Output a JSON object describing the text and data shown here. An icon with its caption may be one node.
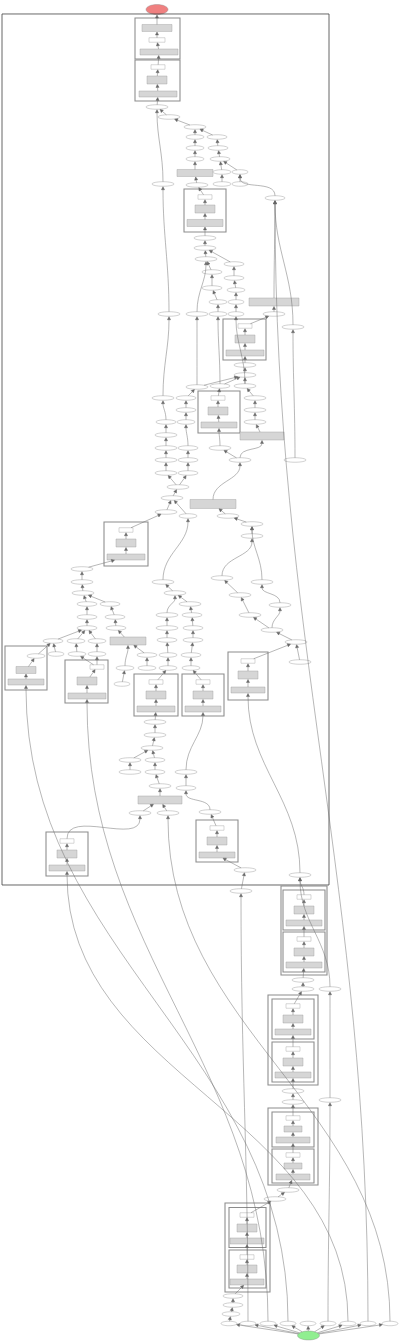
{
  "diagram": {
    "nodes": [
      {
        "text": [],
        "shape": "ellipse"
      },
      {
        "text": [],
        "shape": "box"
      },
      {
        "text": [],
        "shape": "box",
        "in": 1
      },
      {
        "text": [],
        "shape": "box",
        "in": 2
      },
      {
        "text": [],
        "shape": "box",
        "in": 2
      },
      {
        "text": [],
        "shape": "box",
        "in": 2
      },
      {
        "text": [],
        "shape": "box",
        "in": 1
      },
      {
        "text": [],
        "shape": "box",
        "in": 6
      },
      {
        "text": [],
        "shape": "box",
        "in": 6
      },
      {
        "text": [],
        "shape": "box",
        "in": 6
      },
      {
        "text": [],
        "shape": "ellipse",
        "in": 1
      },
      {
        "text": [],
        "shape": "ellipse",
        "in": 1
      },
      {
        "text": [],
        "shape": "ellipse",
        "in": 1
      },
      {
        "text": [],
        "shape": "ellipse",
        "in": 1
      },
      {
        "text": [],
        "shape": "ellipse",
        "in": 1
      },
      {
        "text": [],
        "shape": "ellipse",
        "in": 1
      },
      {
        "text": [],
        "shape": "ellipse",
        "in": 1
      },
      {
        "text": [],
        "shape": "ellipse",
        "in": 1
      },
      {
        "text": [],
        "shape": "ellipse",
        "in": 1
      },
      {
        "text": [],
        "shape": "box",
        "in": 1
      },
      {
        "text": [],
        "shape": "ellipse",
        "in": 1
      },
      {
        "text": [],
        "shape": "ellipse",
        "in": 1
      },
      {
        "text": [],
        "shape": "ellipse",
        "in": 1
      },
      {
        "text": [],
        "shape": "ellipse",
        "in": 1
      },
      {
        "text": [],
        "shape": "ellipse",
        "in": 1
      },
      {
        "text": [],
        "shape": "ellipse",
        "in": 1
      },
      {
        "text": [],
        "shape": "ellipse",
        "in": 1
      },
      {
        "text": [],
        "shape": "box",
        "in": 1
      },
      {
        "text": [],
        "shape": "box",
        "in": 27
      },
      {
        "text": [],
        "shape": "box",
        "in": 27
      },
      {
        "text": [],
        "shape": "box",
        "in": 27
      },
      {
        "text": [],
        "shape": "ellipse",
        "in": 1
      },
      {
        "text": [],
        "shape": "ellipse",
        "in": 1
      },
      {
        "text": [],
        "shape": "ellipse",
        "in": 1
      },
      {
        "text": [],
        "shape": "ellipse",
        "in": 1
      },
      {
        "text": [],
        "shape": "ellipse",
        "in": 1
      },
      {
        "text": [],
        "shape": "ellipse",
        "in": 1
      },
      {
        "text": [],
        "shape": "ellipse",
        "in": 1
      },
      {
        "text": [],
        "shape": "ellipse",
        "in": 1
      },
      {
        "text": [],
        "shape": "ellipse",
        "in": 1
      },
      {
        "text": [],
        "shape": "ellipse",
        "in": 1
      },
      {
        "text": [],
        "shape": "box",
        "in": 1
      },
      {
        "text": [],
        "shape": "ellipse",
        "in": 1
      },
      {
        "text": [],
        "shape": "ellipse",
        "in": 1
      },
      {
        "text": [],
        "shape": "ellipse",
        "in": 1
      },
      {
        "text": [],
        "shape": "ellipse",
        "in": 1
      },
      {
        "text": [],
        "shape": "ellipse",
        "in": 1
      },
      {
        "text": [],
        "shape": "ellipse",
        "in": 1
      },
      {
        "text": [],
        "shape": "box",
        "in": 1
      },
      {
        "text": [],
        "shape": "box",
        "in": 48
      },
      {
        "text": [],
        "shape": "box",
        "in": 48
      },
      {
        "text": [],
        "shape": "box",
        "in": 48
      },
      {
        "text": [],
        "shape": "ellipse",
        "in": 1
      },
      {
        "text": [],
        "shape": "ellipse",
        "in": 1
      },
      {
        "text": [],
        "shape": "ellipse",
        "in": 1
      },
      {
        "text": [],
        "shape": "ellipse",
        "in": 1
      },
      {
        "text": [],
        "shape": "ellipse",
        "in": 1
      },
      {
        "text": [],
        "shape": "box",
        "in": 1
      },
      {
        "text": [],
        "shape": "box",
        "in": 57
      },
      {
        "text": [],
        "shape": "box",
        "in": 57
      },
      {
        "text": [],
        "shape": "box",
        "in": 57
      },
      {
        "text": [],
        "shape": "ellipse",
        "in": 1
      },
      {
        "text": [],
        "shape": "ellipse",
        "in": 1
      },
      {
        "text": [],
        "shape": "ellipse",
        "in": 1
      },
      {
        "text": [],
        "shape": "ellipse",
        "in": 1
      },
      {
        "text": [],
        "shape": "ellipse",
        "in": 1
      },
      {
        "text": [],
        "shape": "ellipse",
        "in": 1
      },
      {
        "text": [],
        "shape": "ellipse",
        "in": 1
      },
      {
        "text": [],
        "shape": "ellipse",
        "in": 1
      },
      {
        "text": [],
        "shape": "ellipse",
        "in": 1
      },
      {
        "text": [],
        "shape": "box",
        "in": 1
      },
      {
        "text": [],
        "shape": "ellipse",
        "in": 1
      },
      {
        "text": [],
        "shape": "ellipse",
        "in": 1
      },
      {
        "text": [],
        "shape": "ellipse",
        "in": 1
      },
      {
        "text": [],
        "shape": "ellipse",
        "in": 1
      },
      {
        "text": [],
        "shape": "ellipse",
        "in": 1
      },
      {
        "text": [],
        "shape": "ellipse",
        "in": 1
      },
      {
        "text": [],
        "shape": "ellipse",
        "in": 1
      },
      {
        "text": [],
        "shape": "ellipse",
        "in": 1
      },
      {
        "text": [],
        "shape": "ellipse",
        "in": 1
      },
      {
        "text": [],
        "shape": "ellipse",
        "in": 1
      },
      {
        "text": [],
        "shape": "ellipse",
        "in": 1
      },
      {
        "text": [],
        "shape": "box",
        "in": 1
      },
      {
        "text": [],
        "shape": "ellipse",
        "in": 1
      },
      {
        "text": [],
        "shape": "ellipse",
        "in": 1
      },
      {
        "text": [],
        "shape": "ellipse",
        "in": 1
      },
      {
        "text": [],
        "shape": "ellipse",
        "in": 1
      },
      {
        "text": [],
        "shape": "box",
        "in": 1
      },
      {
        "text": [],
        "shape": "box",
        "in": 87
      },
      {
        "text": [],
        "shape": "box",
        "in": 87
      },
      {
        "text": [],
        "shape": "box",
        "in": 87
      },
      {
        "text": [],
        "shape": "ellipse",
        "in": 1
      },
      {
        "text": [],
        "shape": "ellipse",
        "in": 1
      },
      {
        "text": [],
        "shape": "ellipse",
        "in": 1
      },
      {
        "text": [],
        "shape": "ellipse",
        "in": 1
      },
      {
        "text": [],
        "shape": "ellipse",
        "in": 1
      },
      {
        "text": [],
        "shape": "ellipse",
        "in": 1
      },
      {
        "text": [],
        "shape": "ellipse",
        "in": 1
      },
      {
        "text": [],
        "shape": "ellipse",
        "in": 1
      },
      {
        "text": [],
        "shape": "ellipse",
        "in": 1
      },
      {
        "text": [],
        "shape": "ellipse",
        "in": 1
      },
      {
        "text": [],
        "shape": "ellipse",
        "in": 1
      },
      {
        "text": [],
        "shape": "ellipse",
        "in": 1
      },
      {
        "text": [],
        "shape": "ellipse",
        "in": 1
      },
      {
        "text": [],
        "shape": "box",
        "in": 1
      },
      {
        "text": [],
        "shape": "ellipse",
        "in": 1
      },
      {
        "text": [],
        "shape": "ellipse",
        "in": 1
      },
      {
        "text": [],
        "shape": "ellipse",
        "in": 1
      },
      {
        "text": [],
        "shape": "ellipse",
        "in": 1
      },
      {
        "text": [],
        "shape": "ellipse",
        "in": 1
      },
      {
        "text": [],
        "shape": "ellipse",
        "in": 1
      },
      {
        "text": [],
        "shape": "ellipse",
        "in": 1
      },
      {
        "text": [],
        "shape": "ellipse",
        "in": 1
      },
      {
        "text": [],
        "shape": "ellipse",
        "in": 1
      },
      {
        "text": [],
        "shape": "ellipse",
        "in": 1
      },
      {
        "text": [],
        "shape": "ellipse",
        "in": 1
      },
      {
        "text": [],
        "shape": "ellipse",
        "in": 1
      },
      {
        "text": [],
        "shape": "ellipse",
        "in": 1
      },
      {
        "text": [],
        "shape": "ellipse",
        "in": 1
      },
      {
        "text": [],
        "shape": "ellipse",
        "in": 1
      },
      {
        "text": [],
        "shape": "box",
        "in": 1
      },
      {
        "text": [],
        "shape": "ellipse",
        "in": 120
      },
      {
        "text": [],
        "shape": "box",
        "in": 120
      },
      {
        "text": [],
        "shape": "box",
        "in": 120
      },
      {
        "text": [],
        "shape": "box",
        "in": 1
      },
      {
        "text": [],
        "shape": "box",
        "in": 124
      },
      {
        "text": [],
        "shape": "box",
        "in": 124
      },
      {
        "text": [],
        "shape": "box",
        "in": 124
      },
      {
        "text": [],
        "shape": "ellipse",
        "in": 1
      },
      {
        "text": [],
        "shape": "ellipse",
        "in": 1
      },
      {
        "text": [],
        "shape": "ellipse",
        "in": 1
      },
      {
        "text": [],
        "shape": "ellipse",
        "in": 1
      },
      {
        "text": [],
        "shape": "box",
        "in": 1
      },
      {
        "text": [],
        "shape": "box",
        "in": 132
      },
      {
        "text": [],
        "shape": "box",
        "in": 132
      },
      {
        "text": [],
        "shape": "box",
        "in": 132
      },
      {
        "text": [],
        "shape": "box",
        "in": 1
      },
      {
        "text": [],
        "shape": "box",
        "in": 136
      },
      {
        "text": [],
        "shape": "box",
        "in": 136
      },
      {
        "text": [],
        "shape": "box",
        "in": 136
      },
      {
        "text": [],
        "shape": "ellipse",
        "in": 1
      },
      {
        "text": [],
        "shape": "box",
        "in": 1
      },
      {
        "text": [],
        "shape": "box",
        "in": 141
      },
      {
        "text": [],
        "shape": "box",
        "in": 141
      },
      {
        "text": [],
        "shape": "box",
        "in": 141
      },
      {
        "text": [],
        "shape": "ellipse",
        "in": 1
      },
      {
        "text": [],
        "shape": "ellipse",
        "in": 1
      },
      {
        "text": [],
        "shape": "ellipse",
        "in": 1
      },
      {
        "text": [],
        "shape": "ellipse",
        "in": 1
      },
      {
        "text": [],
        "shape": "ellipse",
        "in": 1
      },
      {
        "text": [],
        "shape": "ellipse",
        "in": 1
      },
      {
        "text": [],
        "shape": "ellipse",
        "in": 1
      },
      {
        "text": [],
        "shape": "ellipse",
        "in": 1
      },
      {
        "text": [],
        "shape": "ellipse",
        "in": 1
      },
      {
        "text": [],
        "shape": "ellipse",
        "in": 1
      },
      {
        "text": [],
        "shape": "ellipse",
        "in": 1
      },
      {
        "text": [],
        "shape": "ellipse",
        "in": 1
      },
      {
        "text": [],
        "shape": "ellipse",
        "in": 1
      },
      {
        "text": [],
        "shape": "ellipse",
        "in": 1
      },
      {
        "text": [],
        "shape": "ellipse",
        "in": 1
      },
      {
        "text": [],
        "shape": "ellipse",
        "in": 1
      },
      {
        "text": [],
        "shape": "ellipse",
        "in": 1
      },
      {
        "text": [],
        "shape": "ellipse",
        "in": 1
      },
      {
        "text": [],
        "shape": "box",
        "in": 1
      },
      {
        "text": [],
        "shape": "ellipse",
        "in": 1
      },
      {
        "text": [],
        "shape": "ellipse",
        "in": 1
      },
      {
        "text": [],
        "shape": "ellipse",
        "in": 1
      },
      {
        "text": [],
        "shape": "box",
        "in": 1
      },
      {
        "text": [],
        "shape": "box",
        "in": 167
      },
      {
        "text": [],
        "shape": "box",
        "in": 167
      },
      {
        "text": [],
        "shape": "box",
        "in": 167
      },
      {
        "text": [],
        "shape": "box",
        "in": 1
      },
      {
        "text": [],
        "shape": "box",
        "in": 171
      },
      {
        "text": [],
        "shape": "box",
        "in": 171
      },
      {
        "text": [],
        "shape": "box",
        "in": 171
      },
      {
        "text": [],
        "shape": "ellipse",
        "in": 1
      },
      {
        "text": [],
        "shape": "ellipse",
        "in": 1
      },
      {
        "text": [],
        "shape": "ellipse"
      },
      {
        "text": [],
        "shape": "box"
      },
      {
        "text": [],
        "shape": "box",
        "in": 178
      },
      {
        "text": [],
        "shape": "box",
        "in": 179
      },
      {
        "text": [],
        "shape": "box",
        "in": 179
      },
      {
        "text": [],
        "shape": "box",
        "in": 179
      },
      {
        "text": [],
        "shape": "box",
        "in": 178
      },
      {
        "text": [],
        "shape": "box",
        "in": 183
      },
      {
        "text": [],
        "shape": "box",
        "in": 183
      },
      {
        "text": [],
        "shape": "box",
        "in": 183
      },
      {
        "text": [],
        "shape": "ellipse"
      },
      {
        "text": [],
        "shape": "ellipse"
      },
      {
        "text": [],
        "shape": "ellipse"
      },
      {
        "text": [],
        "shape": "box"
      },
      {
        "text": [],
        "shape": "box",
        "in": 190
      },
      {
        "text": [],
        "shape": "box",
        "in": 191
      },
      {
        "text": [],
        "shape": "box",
        "in": 191
      },
      {
        "text": [],
        "shape": "box",
        "in": 191
      },
      {
        "text": [],
        "shape": "box",
        "in": 190
      },
      {
        "text": [],
        "shape": "box",
        "in": 195
      },
      {
        "text": [],
        "shape": "box",
        "in": 195
      },
      {
        "text": [],
        "shape": "box",
        "in": 195
      },
      {
        "text": [],
        "shape": "ellipse"
      },
      {
        "text": [],
        "shape": "ellipse"
      },
      {
        "text": [],
        "shape": "box"
      },
      {
        "text": [],
        "shape": "box",
        "in": 201
      },
      {
        "text": [],
        "shape": "box",
        "in": 202
      },
      {
        "text": [],
        "shape": "box",
        "in": 202
      },
      {
        "text": [],
        "shape": "box",
        "in": 202
      },
      {
        "text": [],
        "shape": "box",
        "in": 201
      },
      {
        "text": [],
        "shape": "box",
        "in": 206
      },
      {
        "text": [],
        "shape": "box",
        "in": 206
      },
      {
        "text": [],
        "shape": "box",
        "in": 206
      },
      {
        "text": [],
        "shape": "ellipse"
      },
      {
        "text": [],
        "shape": "ellipse"
      },
      {
        "text": [],
        "shape": "box"
      },
      {
        "text": [],
        "shape": "box",
        "in": 212
      },
      {
        "text": [],
        "shape": "box",
        "in": 213
      },
      {
        "text": [],
        "shape": "box",
        "in": 213
      },
      {
        "text": [],
        "shape": "box",
        "in": 213
      },
      {
        "text": [],
        "shape": "box",
        "in": 212
      },
      {
        "text": [],
        "shape": "box",
        "in": 217
      },
      {
        "text": [],
        "shape": "box",
        "in": 217
      },
      {
        "text": [],
        "shape": "box",
        "in": 217
      },
      {
        "text": [],
        "shape": "ellipse"
      },
      {
        "text": [],
        "shape": "ellipse"
      },
      {
        "text": [],
        "shape": "ellipse"
      },
      {
        "text": [],
        "shape": "ellipse"
      },
      {
        "text": [],
        "shape": "ellipse"
      },
      {
        "text": [],
        "shape": "ellipse"
      },
      {
        "text": [],
        "shape": "ellipse"
      },
      {
        "text": [],
        "shape": "ellipse"
      },
      {
        "text": [],
        "shape": "ellipse"
      },
      {
        "text": [],
        "shape": "ellipse"
      },
      {
        "text": [],
        "shape": "ellipse"
      },
      {
        "text": [],
        "shape": "ellipse"
      },
      {
        "text": [],
        "shape": "ellipse"
      },
      {
        "text": [],
        "shape": "ellipse"
      }
    ],
    "edges": [
      {
        "from": 3,
        "to": 0,
        "arrow": "to"
      },
      {
        "from": 4,
        "to": 3,
        "arrow": "to"
      },
      {
        "from": 5,
        "to": 4,
        "arrow": "to"
      },
      {
        "from": 7,
        "to": 5,
        "arrow": "to"
      },
      {
        "from": 8,
        "to": 7,
        "arrow": "to"
      },
      {
        "from": 9,
        "to": 8,
        "arrow": "to"
      },
      {
        "from": 10,
        "to": 9,
        "arrow": "to"
      },
      {
        "from": 11,
        "to": 10,
        "arrow": "to"
      },
      {
        "from": 12,
        "to": 11,
        "arrow": "to"
      },
      {
        "from": 13,
        "to": 12,
        "arrow": "to"
      },
      {
        "from": 14,
        "to": 12,
        "arrow": "to"
      },
      {
        "from": 15,
        "to": 13,
        "arrow": "to"
      },
      {
        "from": 17,
        "to": 15,
        "arrow": "to"
      },
      {
        "from": 19,
        "to": 17,
        "arrow": "to"
      },
      {
        "from": 16,
        "to": 14,
        "arrow": "to"
      },
      {
        "from": 18,
        "to": 16,
        "arrow": "to"
      },
      {
        "from": 20,
        "to": 18,
        "arrow": "to"
      },
      {
        "from": 21,
        "to": 18,
        "arrow": "to"
      },
      {
        "from": 24,
        "to": 20,
        "arrow": "to"
      },
      {
        "from": 25,
        "to": 21,
        "arrow": "to"
      },
      {
        "from": 23,
        "to": 19,
        "arrow": "to"
      },
      {
        "from": 22,
        "to": 10,
        "arrow": "to"
      },
      {
        "from": 28,
        "to": 23,
        "arrow": "to"
      },
      {
        "from": 29,
        "to": 28,
        "arrow": "to"
      },
      {
        "from": 30,
        "to": 29,
        "arrow": "to"
      },
      {
        "from": 31,
        "to": 30,
        "arrow": "to"
      },
      {
        "from": 32,
        "to": 31,
        "arrow": "to"
      },
      {
        "from": 33,
        "to": 32,
        "arrow": "to"
      },
      {
        "from": 35,
        "to": 33,
        "arrow": "to"
      },
      {
        "from": 34,
        "to": 32,
        "arrow": "to"
      },
      {
        "from": 36,
        "to": 34,
        "arrow": "to"
      },
      {
        "from": 37,
        "to": 35,
        "arrow": "to"
      },
      {
        "from": 38,
        "to": 36,
        "arrow": "to"
      },
      {
        "from": 39,
        "to": 37,
        "arrow": "to"
      },
      {
        "from": 40,
        "to": 38,
        "arrow": "to"
      },
      {
        "from": 44,
        "to": 39,
        "arrow": "to"
      },
      {
        "from": 45,
        "to": 40,
        "arrow": "to"
      },
      {
        "from": 42,
        "to": 22,
        "arrow": "to"
      },
      {
        "from": 43,
        "to": 33,
        "arrow": "to"
      },
      {
        "from": 46,
        "to": 41,
        "arrow": "to"
      },
      {
        "from": 26,
        "to": 21,
        "arrow": "to"
      },
      {
        "from": 41,
        "to": 26,
        "arrow": "to"
      },
      {
        "from": 47,
        "to": 26,
        "arrow": "to"
      },
      {
        "from": 49,
        "to": 46,
        "arrow": "to"
      },
      {
        "from": 50,
        "to": 49,
        "arrow": "to"
      },
      {
        "from": 51,
        "to": 50,
        "arrow": "to"
      },
      {
        "from": 52,
        "to": 51,
        "arrow": "to"
      },
      {
        "from": 53,
        "to": 52,
        "arrow": "to"
      },
      {
        "from": 54,
        "to": 53,
        "arrow": "to"
      },
      {
        "from": 55,
        "to": 53,
        "arrow": "to"
      },
      {
        "from": 56,
        "to": 53,
        "arrow": "to"
      },
      {
        "from": 58,
        "to": 55,
        "arrow": "to"
      },
      {
        "from": 59,
        "to": 58,
        "arrow": "to"
      },
      {
        "from": 60,
        "to": 59,
        "arrow": "to"
      },
      {
        "from": 62,
        "to": 54,
        "arrow": "to"
      },
      {
        "from": 64,
        "to": 62,
        "arrow": "to"
      },
      {
        "from": 67,
        "to": 64,
        "arrow": "to"
      },
      {
        "from": 63,
        "to": 56,
        "arrow": "to"
      },
      {
        "from": 65,
        "to": 63,
        "arrow": "to"
      },
      {
        "from": 68,
        "to": 65,
        "arrow": "to"
      },
      {
        "from": 61,
        "to": 42,
        "arrow": "to"
      },
      {
        "from": 66,
        "to": 61,
        "arrow": "to"
      },
      {
        "from": 69,
        "to": 66,
        "arrow": "to"
      },
      {
        "from": 71,
        "to": 69,
        "arrow": "to"
      },
      {
        "from": 74,
        "to": 71,
        "arrow": "to"
      },
      {
        "from": 78,
        "to": 74,
        "arrow": "to"
      },
      {
        "from": 72,
        "to": 67,
        "arrow": "to"
      },
      {
        "from": 75,
        "to": 72,
        "arrow": "to"
      },
      {
        "from": 79,
        "to": 75,
        "arrow": "to"
      },
      {
        "from": 80,
        "to": 78,
        "arrow": "to"
      },
      {
        "from": 80,
        "to": 79,
        "arrow": "to"
      },
      {
        "from": 73,
        "to": 60,
        "arrow": "to"
      },
      {
        "from": 76,
        "to": 73,
        "arrow": "to"
      },
      {
        "from": 70,
        "to": 68,
        "arrow": "to"
      },
      {
        "from": 76,
        "to": 70,
        "arrow": "to"
      },
      {
        "from": 77,
        "to": 47,
        "arrow": "to"
      },
      {
        "from": 81,
        "to": 80,
        "arrow": "to"
      },
      {
        "from": 83,
        "to": 81,
        "arrow": "to"
      },
      {
        "from": 84,
        "to": 81,
        "arrow": "to"
      },
      {
        "from": 82,
        "to": 76,
        "arrow": "to"
      },
      {
        "from": 85,
        "to": 82,
        "arrow": "to"
      },
      {
        "from": 86,
        "to": 85,
        "arrow": "to"
      },
      {
        "from": 91,
        "to": 86,
        "arrow": "to"
      },
      {
        "from": 88,
        "to": 83,
        "arrow": "to"
      },
      {
        "from": 89,
        "to": 88,
        "arrow": "to"
      },
      {
        "from": 90,
        "to": 89,
        "arrow": "to"
      },
      {
        "from": 92,
        "to": 90,
        "arrow": "to"
      },
      {
        "from": 93,
        "to": 92,
        "arrow": "to"
      },
      {
        "from": 94,
        "to": 93,
        "arrow": "to"
      },
      {
        "from": 95,
        "to": 94,
        "arrow": "to"
      },
      {
        "from": 96,
        "to": 94,
        "arrow": "to"
      },
      {
        "from": 97,
        "to": 95,
        "arrow": "to"
      },
      {
        "from": 98,
        "to": 96,
        "arrow": "to"
      },
      {
        "from": 99,
        "to": 97,
        "arrow": "to"
      },
      {
        "from": 100,
        "to": 98,
        "arrow": "to"
      },
      {
        "from": 101,
        "to": 99,
        "arrow": "to"
      },
      {
        "from": 102,
        "to": 99,
        "arrow": "to"
      },
      {
        "from": 103,
        "to": 99,
        "arrow": "to"
      },
      {
        "from": 104,
        "to": 100,
        "arrow": "to"
      },
      {
        "from": 114,
        "to": 101,
        "arrow": "to"
      },
      {
        "from": 115,
        "to": 102,
        "arrow": "to"
      },
      {
        "from": 116,
        "to": 103,
        "arrow": "to"
      },
      {
        "from": 105,
        "to": 84,
        "arrow": "to"
      },
      {
        "from": 106,
        "to": 105,
        "arrow": "to"
      },
      {
        "from": 107,
        "to": 106,
        "arrow": "to"
      },
      {
        "from": 108,
        "to": 106,
        "arrow": "to"
      },
      {
        "from": 109,
        "to": 107,
        "arrow": "to"
      },
      {
        "from": 110,
        "to": 108,
        "arrow": "to"
      },
      {
        "from": 111,
        "to": 109,
        "arrow": "to"
      },
      {
        "from": 112,
        "to": 110,
        "arrow": "to"
      },
      {
        "from": 113,
        "to": 111,
        "arrow": "to"
      },
      {
        "from": 118,
        "to": 112,
        "arrow": "to"
      },
      {
        "from": 119,
        "to": 113,
        "arrow": "to"
      },
      {
        "from": 117,
        "to": 104,
        "arrow": "to"
      },
      {
        "from": 121,
        "to": 101,
        "arrow": "to"
      },
      {
        "from": 122,
        "to": 121,
        "arrow": "to"
      },
      {
        "from": 123,
        "to": 122,
        "arrow": "to"
      },
      {
        "from": 125,
        "to": 115,
        "arrow": "to"
      },
      {
        "from": 125,
        "to": 116,
        "arrow": "to"
      },
      {
        "from": 126,
        "to": 125,
        "arrow": "to"
      },
      {
        "from": 127,
        "to": 126,
        "arrow": "to"
      },
      {
        "from": 129,
        "to": 117,
        "arrow": "to"
      },
      {
        "from": 140,
        "to": 128,
        "arrow": "to"
      },
      {
        "from": 130,
        "to": 118,
        "arrow": "to"
      },
      {
        "from": 131,
        "to": 119,
        "arrow": "to"
      },
      {
        "from": 133,
        "to": 130,
        "arrow": "to"
      },
      {
        "from": 134,
        "to": 133,
        "arrow": "to"
      },
      {
        "from": 135,
        "to": 134,
        "arrow": "to"
      },
      {
        "from": 137,
        "to": 131,
        "arrow": "to"
      },
      {
        "from": 138,
        "to": 137,
        "arrow": "to"
      },
      {
        "from": 139,
        "to": 138,
        "arrow": "to"
      },
      {
        "from": 145,
        "to": 91,
        "arrow": "to"
      },
      {
        "from": 147,
        "to": 145,
        "arrow": "to"
      },
      {
        "from": 148,
        "to": 146,
        "arrow": "to"
      },
      {
        "from": 149,
        "to": 147,
        "arrow": "to"
      },
      {
        "from": 150,
        "to": 148,
        "arrow": "to"
      },
      {
        "from": 150,
        "to": 149,
        "arrow": "to"
      },
      {
        "from": 151,
        "to": 150,
        "arrow": "to"
      },
      {
        "from": 152,
        "to": 151,
        "arrow": "to"
      },
      {
        "from": 142,
        "to": 151,
        "arrow": "to"
      },
      {
        "from": 143,
        "to": 142,
        "arrow": "to"
      },
      {
        "from": 144,
        "to": 143,
        "arrow": "to"
      },
      {
        "from": 153,
        "to": 135,
        "arrow": "to"
      },
      {
        "from": 154,
        "to": 153,
        "arrow": "to"
      },
      {
        "from": 155,
        "to": 154,
        "arrow": "to"
      },
      {
        "from": 156,
        "to": 155,
        "arrow": "to"
      },
      {
        "from": 157,
        "to": 155,
        "arrow": "to"
      },
      {
        "from": 158,
        "to": 156,
        "arrow": "to"
      },
      {
        "from": 159,
        "to": 157,
        "arrow": "to"
      },
      {
        "from": 160,
        "to": 139,
        "arrow": "to"
      },
      {
        "from": 161,
        "to": 159,
        "arrow": "to"
      },
      {
        "from": 162,
        "to": 160,
        "arrow": "to"
      },
      {
        "from": 163,
        "to": 161,
        "arrow": "to"
      },
      {
        "from": 164,
        "to": 163,
        "arrow": "to"
      },
      {
        "from": 165,
        "to": 163,
        "arrow": "to"
      },
      {
        "from": 166,
        "to": 162,
        "arrow": "to"
      },
      {
        "from": 168,
        "to": 166,
        "arrow": "to"
      },
      {
        "from": 169,
        "to": 168,
        "arrow": "to"
      },
      {
        "from": 170,
        "to": 169,
        "arrow": "to"
      },
      {
        "from": 172,
        "to": 164,
        "arrow": "to"
      },
      {
        "from": 173,
        "to": 172,
        "arrow": "to"
      },
      {
        "from": 174,
        "to": 173,
        "arrow": "to"
      },
      {
        "from": 175,
        "to": 170,
        "arrow": "to"
      },
      {
        "from": 177,
        "to": 175,
        "arrow": "to"
      },
      {
        "from": 176,
        "to": 144,
        "arrow": "to"
      },
      {
        "from": 180,
        "to": 176,
        "arrow": "to"
      },
      {
        "from": 181,
        "to": 180,
        "arrow": "to"
      },
      {
        "from": 182,
        "to": 181,
        "arrow": "to"
      },
      {
        "from": 184,
        "to": 182,
        "arrow": "to"
      },
      {
        "from": 185,
        "to": 184,
        "arrow": "to"
      },
      {
        "from": 186,
        "to": 185,
        "arrow": "to"
      },
      {
        "from": 187,
        "to": 186,
        "arrow": "to"
      },
      {
        "from": 188,
        "to": 187,
        "arrow": "to"
      },
      {
        "from": 192,
        "to": 188,
        "arrow": "to"
      },
      {
        "from": 193,
        "to": 192,
        "arrow": "to"
      },
      {
        "from": 194,
        "to": 193,
        "arrow": "to"
      },
      {
        "from": 196,
        "to": 194,
        "arrow": "to"
      },
      {
        "from": 197,
        "to": 196,
        "arrow": "to"
      },
      {
        "from": 198,
        "to": 197,
        "arrow": "to"
      },
      {
        "from": 199,
        "to": 198,
        "arrow": "to"
      },
      {
        "from": 200,
        "to": 199,
        "arrow": "to"
      },
      {
        "from": 203,
        "to": 200,
        "arrow": "to"
      },
      {
        "from": 204,
        "to": 203,
        "arrow": "to"
      },
      {
        "from": 205,
        "to": 204,
        "arrow": "to"
      },
      {
        "from": 207,
        "to": 205,
        "arrow": "to"
      },
      {
        "from": 208,
        "to": 207,
        "arrow": "to"
      },
      {
        "from": 209,
        "to": 208,
        "arrow": "to"
      },
      {
        "from": 210,
        "to": 209,
        "arrow": "to"
      },
      {
        "from": 211,
        "to": 210,
        "arrow": "to"
      },
      {
        "from": 214,
        "to": 211,
        "arrow": "to"
      },
      {
        "from": 215,
        "to": 214,
        "arrow": "to"
      },
      {
        "from": 216,
        "to": 215,
        "arrow": "to"
      },
      {
        "from": 218,
        "to": 216,
        "arrow": "to"
      },
      {
        "from": 219,
        "to": 218,
        "arrow": "to"
      },
      {
        "from": 220,
        "to": 219,
        "arrow": "to"
      },
      {
        "from": 221,
        "to": 220,
        "arrow": "to"
      },
      {
        "from": 222,
        "to": 221,
        "arrow": "to"
      },
      {
        "from": 224,
        "to": 222,
        "arrow": "to"
      },
      {
        "from": 189,
        "to": 176,
        "arrow": "to"
      },
      {
        "from": 223,
        "to": 189,
        "arrow": "to"
      },
      {
        "from": 230,
        "to": 223,
        "arrow": "to"
      },
      {
        "from": 225,
        "to": 224,
        "arrow": "to"
      },
      {
        "from": 226,
        "to": 177,
        "arrow": "to"
      },
      {
        "from": 227,
        "to": 127,
        "arrow": "to"
      },
      {
        "from": 228,
        "to": 123,
        "arrow": "to"
      },
      {
        "from": 232,
        "to": 26,
        "arrow": "to"
      },
      {
        "from": 146,
        "to": 86,
        "arrow": "to"
      },
      {
        "from": 128,
        "to": 104,
        "arrow": "to"
      },
      {
        "from": 54,
        "to": 43,
        "arrow": "to"
      },
      {
        "from": 55,
        "to": 44,
        "arrow": "to"
      },
      {
        "from": 56,
        "to": 45,
        "arrow": "to"
      },
      {
        "from": 233,
        "to": 225,
        "arrow": "to"
      },
      {
        "from": 233,
        "to": 226,
        "arrow": "to"
      },
      {
        "from": 233,
        "to": 227,
        "arrow": "to"
      },
      {
        "from": 233,
        "to": 228,
        "arrow": "to"
      },
      {
        "from": 233,
        "to": 229,
        "arrow": "to"
      },
      {
        "from": 233,
        "to": 230,
        "arrow": "to"
      },
      {
        "from": 233,
        "to": 231,
        "arrow": "to"
      },
      {
        "from": 233,
        "to": 232,
        "arrow": "to"
      },
      {
        "from": 233,
        "to": 234,
        "arrow": "to"
      },
      {
        "from": 231,
        "to": 174,
        "arrow": "to"
      },
      {
        "from": 234,
        "to": 165,
        "arrow": "to"
      }
    ]
  }
}
